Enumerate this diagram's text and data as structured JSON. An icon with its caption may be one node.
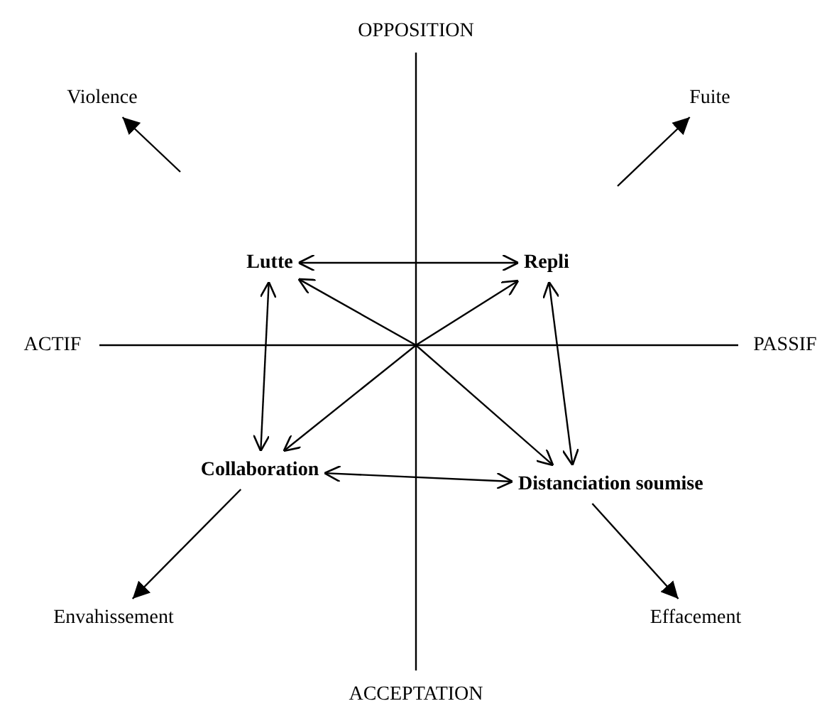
{
  "diagram": {
    "nodes": [
      {
        "text": [
          "Lutte"
        ]
      },
      {
        "text": [
          "Repli"
        ]
      },
      {
        "text": [
          "Collaboration"
        ]
      },
      {
        "text": [
          "Distanciation soumise"
        ]
      },
      {
        "text": [
          "Violence"
        ]
      },
      {
        "text": [
          "Fuite"
        ]
      },
      {
        "text": [
          "Envahissement"
        ]
      },
      {
        "text": [
          "Effacement"
        ]
      }
    ],
    "edges": [
      {
        "from": 0,
        "to": 1,
        "arrow": "both"
      },
      {
        "from": 0,
        "to": 2,
        "arrow": "both"
      },
      {
        "from": 1,
        "to": 3,
        "arrow": "both"
      },
      {
        "from": 2,
        "to": 3,
        "arrow": "both"
      },
      {
        "from": 0,
        "to": 3,
        "arrow": "both"
      },
      {
        "from": 1,
        "to": 2,
        "arrow": "both"
      },
      {
        "from": null,
        "to": 4,
        "arrow": "to"
      },
      {
        "from": null,
        "to": 5,
        "arrow": "to"
      },
      {
        "from": 2,
        "to": 6,
        "arrow": "to"
      },
      {
        "from": 3,
        "to": 7,
        "arrow": "to"
      }
    ],
    "labels": [
      "OPPOSITION",
      "ACTIF",
      "PASSIF",
      "ACCEPTATION"
    ]
  }
}
